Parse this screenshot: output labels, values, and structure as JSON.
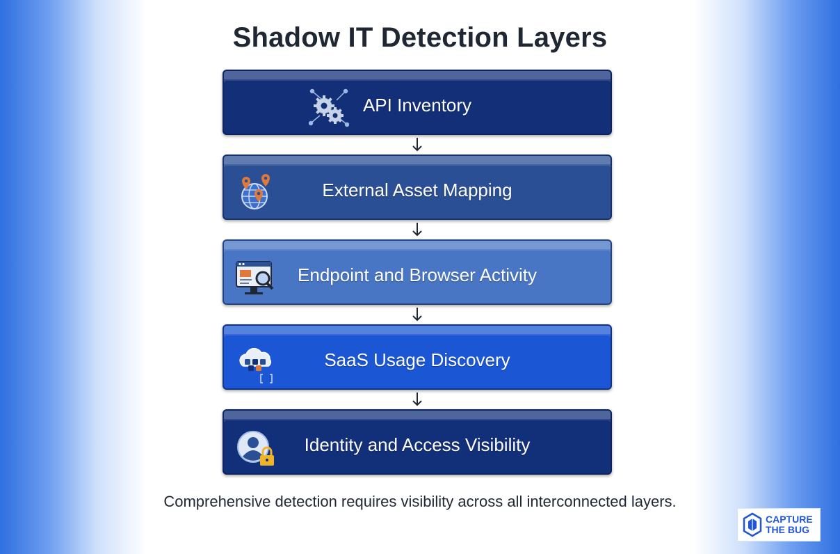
{
  "title": "Shadow IT Detection Layers",
  "layers": [
    {
      "label": "API Inventory",
      "icon": "gears-network-icon"
    },
    {
      "label": "External Asset Mapping",
      "icon": "globe-location-pins-icon"
    },
    {
      "label": "Endpoint and Browser Activity",
      "icon": "monitor-magnifier-icon"
    },
    {
      "label": "SaaS Usage Discovery",
      "icon": "cloud-apps-icon"
    },
    {
      "label": "Identity and Access Visibility",
      "icon": "user-lock-icon"
    }
  ],
  "caption": "Comprehensive detection requires visibility across all interconnected layers.",
  "logo": {
    "line1": "CAPTURE",
    "line2": "THE BUG"
  },
  "colors": {
    "layer1": "#122f78",
    "layer2": "#2a4f94",
    "layer3": "#4876c4",
    "layer4": "#1b56d4",
    "layer5": "#12307a",
    "accent": "#1f56d8",
    "pin": "#e07a3a",
    "lock": "#f0b429"
  }
}
